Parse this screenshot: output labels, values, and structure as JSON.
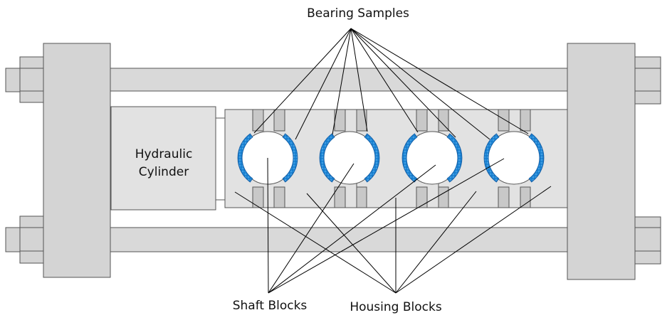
{
  "labels": {
    "bearing_samples": "Bearing Samples",
    "hydraulic_cylinder_line1": "Hydraulic",
    "hydraulic_cylinder_line2": "Cylinder",
    "shaft_blocks": "Shaft Blocks",
    "housing_blocks": "Housing Blocks"
  },
  "colors": {
    "frame_fill": "#d4d4d4",
    "block_fill": "#e2e2e2",
    "rod_fill": "#d9d9d9",
    "outline": "#555555",
    "bearing_blue": "#1e88d8",
    "bearing_edge": "#1560a8",
    "leader_line": "#000000"
  }
}
